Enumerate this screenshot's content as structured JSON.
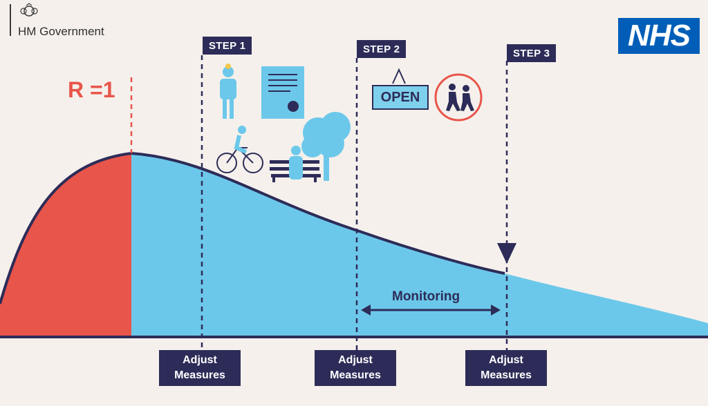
{
  "header": {
    "government_name": "HM Government"
  },
  "logos": {
    "nhs_label": "NHS",
    "crest_icon": "royal-crest-icon"
  },
  "diagram": {
    "r_label": "R =1",
    "steps": [
      {
        "label": "STEP 1"
      },
      {
        "label": "STEP 2"
      },
      {
        "label": "STEP 3"
      }
    ],
    "adjust_labels": [
      "Adjust\nMeasures",
      "Adjust\nMeasures",
      "Adjust\nMeasures"
    ],
    "adjust_line1": "Adjust",
    "adjust_line2": "Measures",
    "monitoring_label": "Monitoring",
    "open_sign_text": "OPEN",
    "icons": [
      "person-icon",
      "certificate-icon",
      "cyclist-icon",
      "bench-person-icon",
      "tree-icon",
      "school-children-icon",
      "open-sign-icon"
    ]
  },
  "colors": {
    "background": "#f5f0ec",
    "curve_red": "#e8554a",
    "curve_blue": "#6cc8ea",
    "navy": "#2d2c58",
    "nhs_blue": "#005eb8"
  }
}
